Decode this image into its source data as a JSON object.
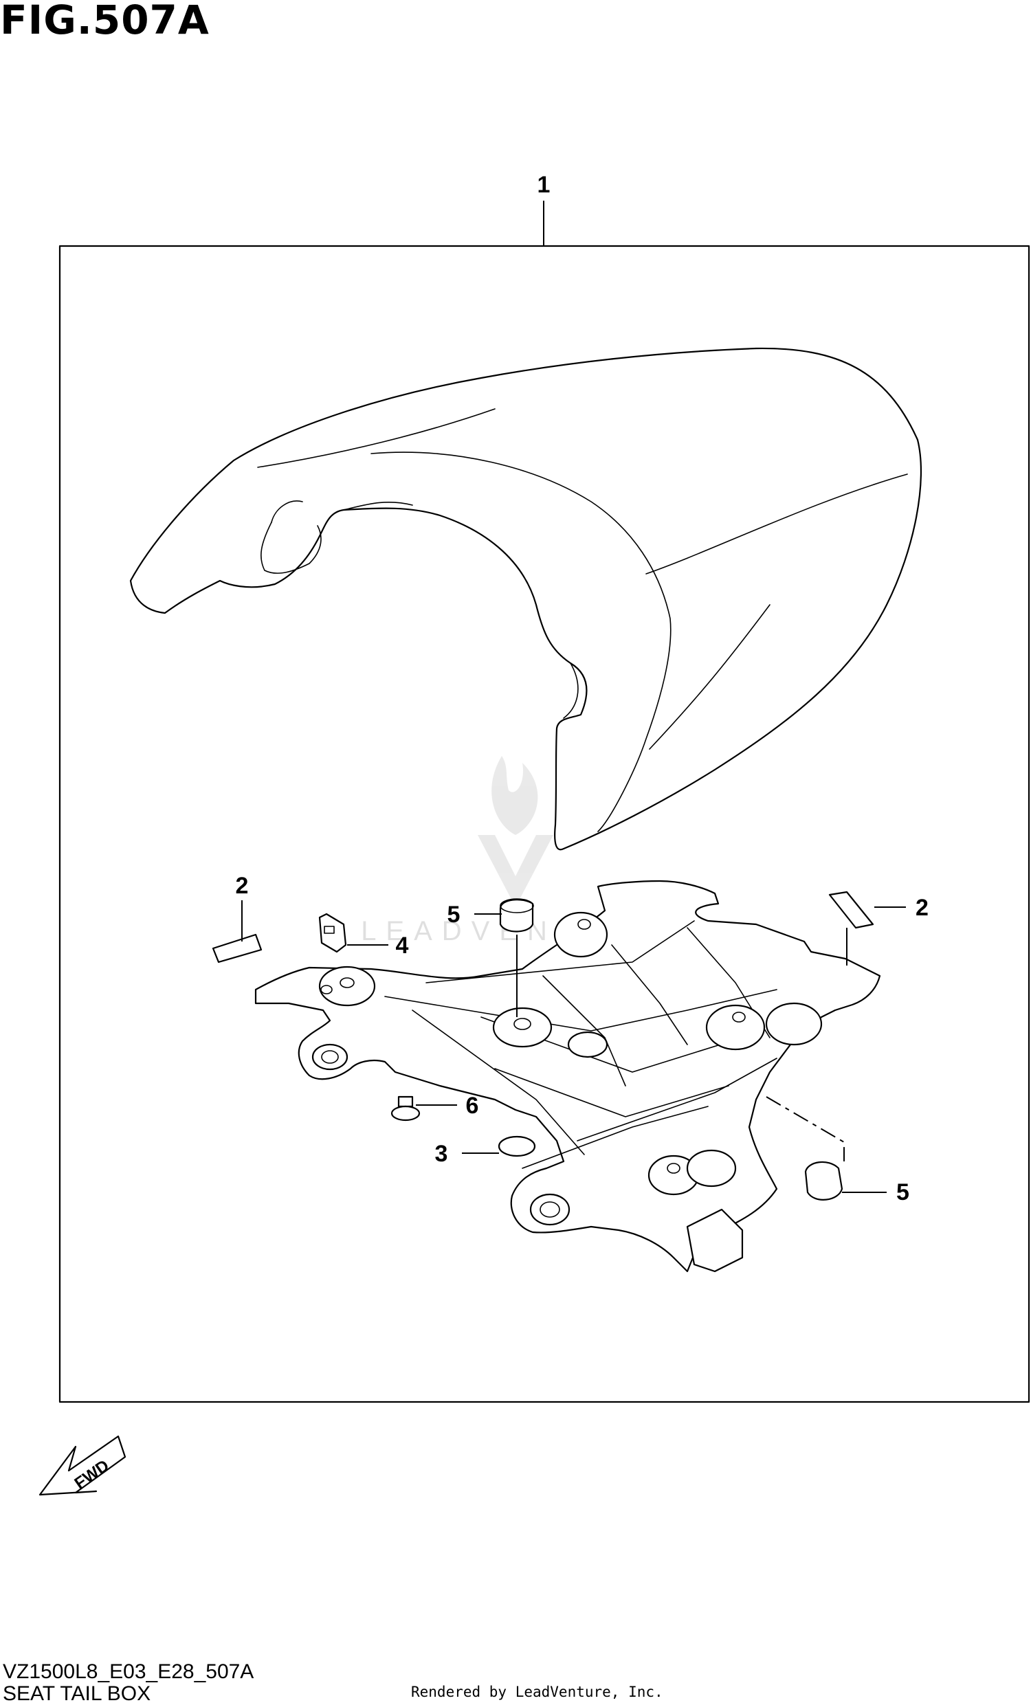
{
  "figure": {
    "title": "FIG.507A"
  },
  "callouts": [
    {
      "id": "1",
      "label": "1"
    },
    {
      "id": "2",
      "label": "2"
    },
    {
      "id": "3",
      "label": "3"
    },
    {
      "id": "4",
      "label": "4"
    },
    {
      "id": "5",
      "label": "5"
    },
    {
      "id": "6",
      "label": "6"
    }
  ],
  "fwd_label": "FWD",
  "footer": {
    "code": "VZ1500L8_E03_E28_507A",
    "name": "SEAT TAIL BOX",
    "rendered": "Rendered by LeadVenture, Inc."
  },
  "watermark": "LEADVENTURE"
}
